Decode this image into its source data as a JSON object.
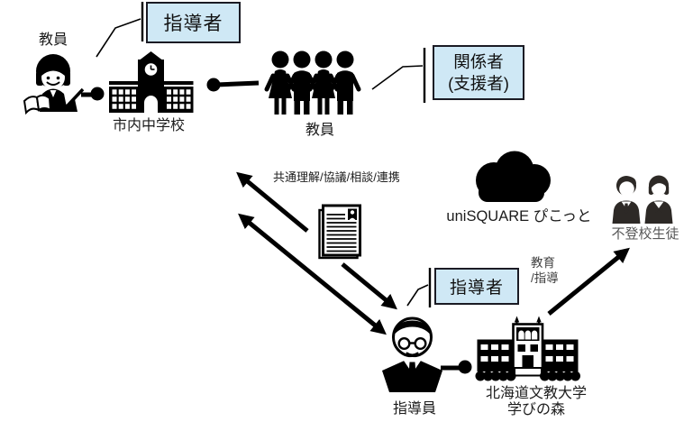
{
  "colors": {
    "background": "#ffffff",
    "ink": "#000000",
    "box_fill": "#cfe8f5",
    "box_border": "#1b1b24",
    "muted_text": "#595959",
    "education_text": "#3f3f3f",
    "student_ink": "#2d2926"
  },
  "callout_boxes": {
    "top_instructor": {
      "label": "指導者"
    },
    "stakeholders": {
      "line1": "関係者",
      "line2": "(支援者)"
    },
    "bottom_instructor": {
      "label": "指導者"
    }
  },
  "labels": {
    "teacher": "教員",
    "city_junior_high_school": "市内中学校",
    "teachers_group": "教員",
    "cooperation": "共通理解/協議/相談/連携",
    "cloud_service": "uniSQUARE ぴこっと",
    "truant_students": "不登校生徒",
    "education": "教育",
    "guidance": "/指導",
    "instructor": "指導員",
    "university_name": "北海道文教大学",
    "university_program": "学びの森"
  },
  "icons": {
    "female_teacher": "female-teacher-icon",
    "school_building": "school-building-icon",
    "teachers_group": "teachers-group-icon",
    "report_document": "report-document-icon",
    "cloud": "cloud-icon",
    "students_pair": "students-pair-icon",
    "instructor_man": "instructor-man-icon",
    "university_building": "university-building-icon"
  }
}
